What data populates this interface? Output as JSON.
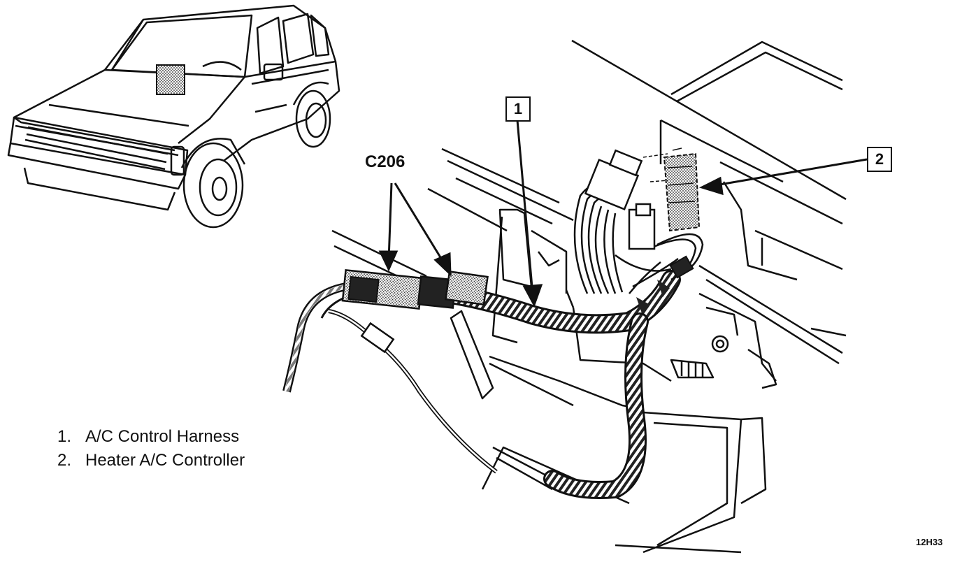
{
  "callouts": [
    {
      "number": "1"
    },
    {
      "number": "2"
    }
  ],
  "connector_label": "C206",
  "legend": [
    {
      "number": "1.",
      "text": "A/C Control Harness"
    },
    {
      "number": "2.",
      "text": "Heater A/C Controller"
    }
  ],
  "figure_id": "12H33"
}
